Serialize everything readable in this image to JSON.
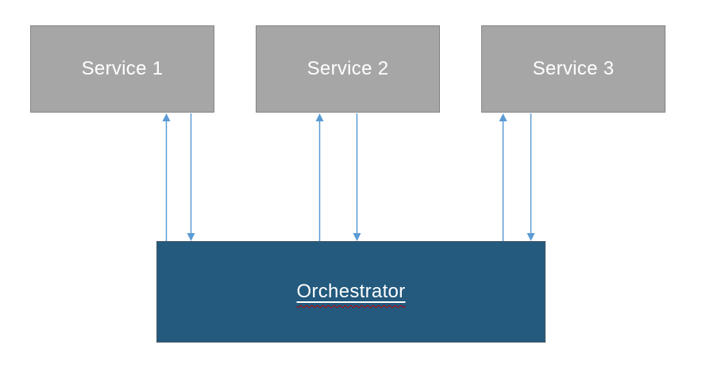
{
  "diagram": {
    "title": "",
    "services": [
      {
        "label": "Service 1"
      },
      {
        "label": "Service 2"
      },
      {
        "label": "Service 3"
      }
    ],
    "orchestrator": {
      "label": "Orchestrator",
      "underlined": true,
      "spellcheck_squiggle": true
    },
    "connections": [
      {
        "from": "Service 1",
        "to": "Orchestrator",
        "direction": "bidirectional",
        "style": "two parallel arrows: one pointing up to service, one pointing down to orchestrator"
      },
      {
        "from": "Service 2",
        "to": "Orchestrator",
        "direction": "bidirectional",
        "style": "two parallel arrows: one pointing up to service, one pointing down to orchestrator"
      },
      {
        "from": "Service 3",
        "to": "Orchestrator",
        "direction": "bidirectional",
        "style": "two parallel arrows: one pointing up to service, one pointing down to orchestrator"
      }
    ],
    "colors": {
      "service_fill": "#a6a6a6",
      "service_border": "#848484",
      "orchestrator_fill": "#235a7e",
      "orchestrator_border": "#4a5866",
      "arrow": "#5b9bd5",
      "label_text": "#ffffff",
      "squiggle": "#c00000",
      "canvas_bg": "#ffffff"
    }
  }
}
